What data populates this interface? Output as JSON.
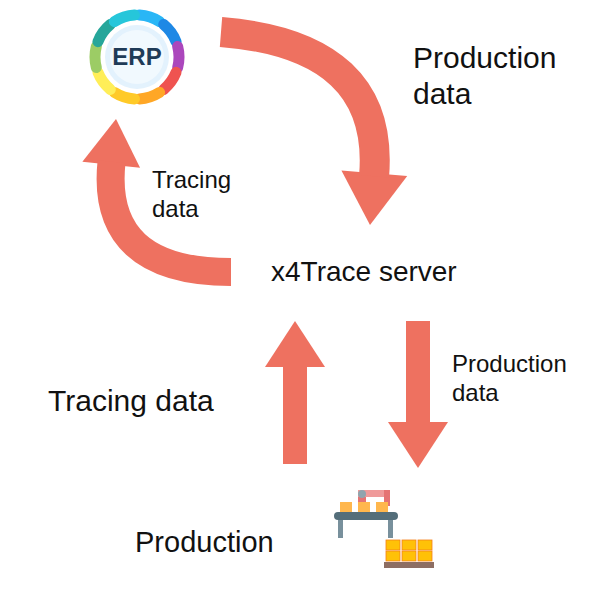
{
  "diagram": {
    "nodes": [
      {
        "text": [
          "ERP"
        ]
      },
      {
        "text": [
          "x4Trace server"
        ]
      },
      {
        "text": [
          "Production"
        ]
      }
    ],
    "edges": [
      {
        "from": 0,
        "to": 1,
        "label": "Production data",
        "arrow": "to"
      },
      {
        "from": 1,
        "to": 0,
        "label": "Tracing data",
        "arrow": "to"
      },
      {
        "from": 2,
        "to": 1,
        "label": "Tracing data",
        "arrow": "to"
      },
      {
        "from": 1,
        "to": 2,
        "label": "Production data",
        "arrow": "to"
      }
    ]
  }
}
